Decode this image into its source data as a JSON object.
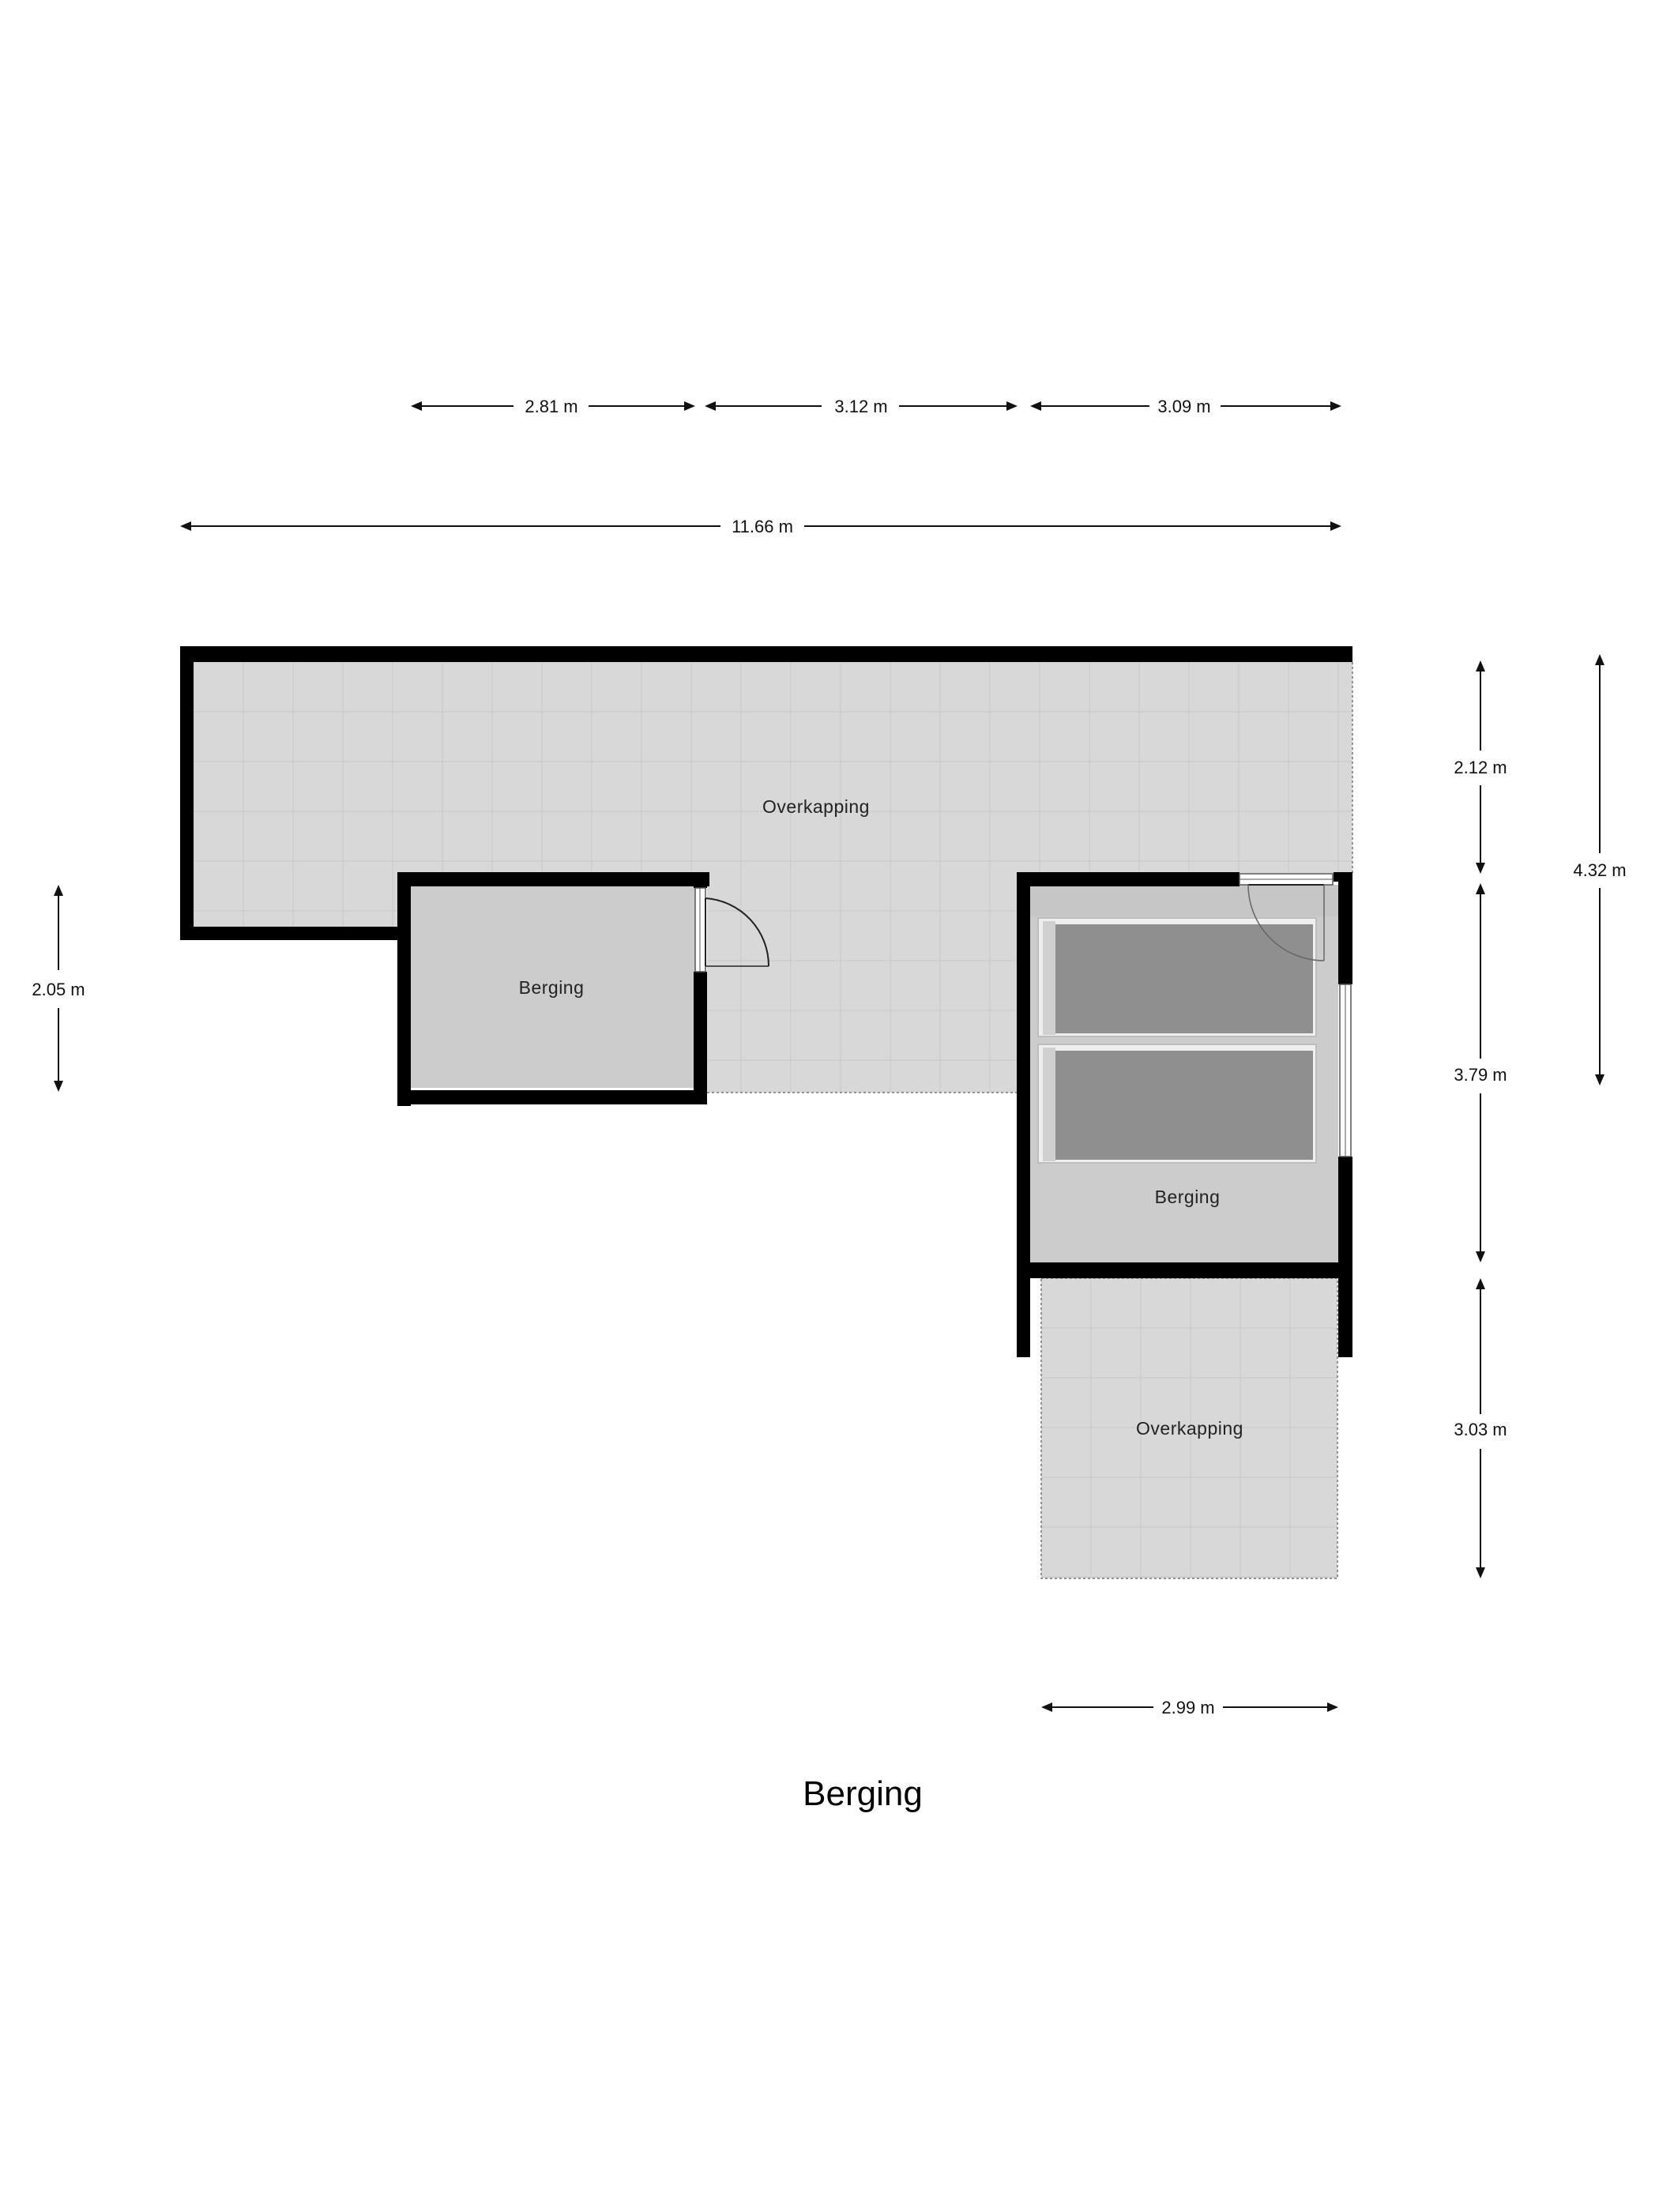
{
  "title": "Berging",
  "rooms": {
    "overkapping_top": "Overkapping",
    "berging_left": "Berging",
    "berging_right": "Berging",
    "overkapping_bottom": "Overkapping"
  },
  "dimensions": {
    "top_1": "2.81 m",
    "top_2": "3.12 m",
    "top_3": "3.09 m",
    "total_width": "11.66 m",
    "left_height": "2.05 m",
    "right_1": "2.12 m",
    "right_2": "3.79 m",
    "right_3": "3.03 m",
    "right_total": "4.32 m",
    "bottom_width": "2.99 m"
  },
  "colors": {
    "floor_overkapping": "#d6d6d6",
    "floor_berging": "#cccccc",
    "wall": "#000000",
    "bed": "#8f8f8f"
  }
}
